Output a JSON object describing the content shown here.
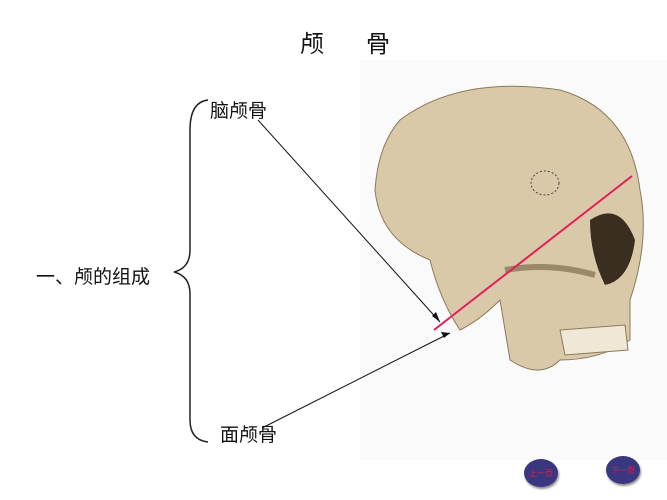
{
  "title": [
    "颅",
    "骨"
  ],
  "labels": {
    "brain_cranium": "脑颅骨",
    "facial_bones": "面颅骨",
    "section": "一、颅的组成"
  },
  "nav": {
    "prev": "上一页",
    "next": "下一页"
  },
  "colors": {
    "cut_line": "#e0205a",
    "nav_button": "#3b3680",
    "bone": "#d9c9a8"
  }
}
